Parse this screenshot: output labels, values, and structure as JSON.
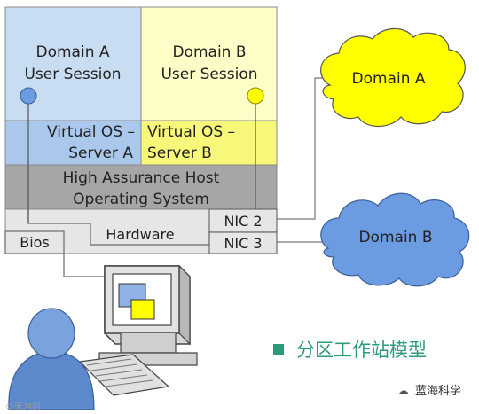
{
  "stack": {
    "domain_a_session": [
      "Domain A",
      "User Session"
    ],
    "domain_b_session": [
      "Domain B",
      "User Session"
    ],
    "virtual_os_a": [
      "Virtual OS –",
      "Server A"
    ],
    "virtual_os_b": [
      "Virtual OS –",
      "Server B"
    ],
    "host_os": [
      "High Assurance Host",
      "Operating System"
    ],
    "hardware": "Hardware",
    "bios": "Bios",
    "nic2": "NIC 2",
    "nic3": "NIC 3"
  },
  "clouds": {
    "domain_a": "Domain A",
    "domain_b": "Domain B"
  },
  "caption": "分区工作站模型",
  "watermark": {
    "brand": "蓝海科学",
    "faint": "©无为网"
  },
  "colors": {
    "domain_a_blue": "#c8dcf2",
    "domain_b_yellow": "#fdfdc8",
    "os_blue": "#a9c8ec",
    "os_yellow": "#f7f77a",
    "host_gray": "#a6a6a6",
    "hardware_gray": "#e6e6e6",
    "cloud_yellow": "#ffff00",
    "cloud_blue": "#6b9be0",
    "caption_green": "#2e9a7c"
  }
}
